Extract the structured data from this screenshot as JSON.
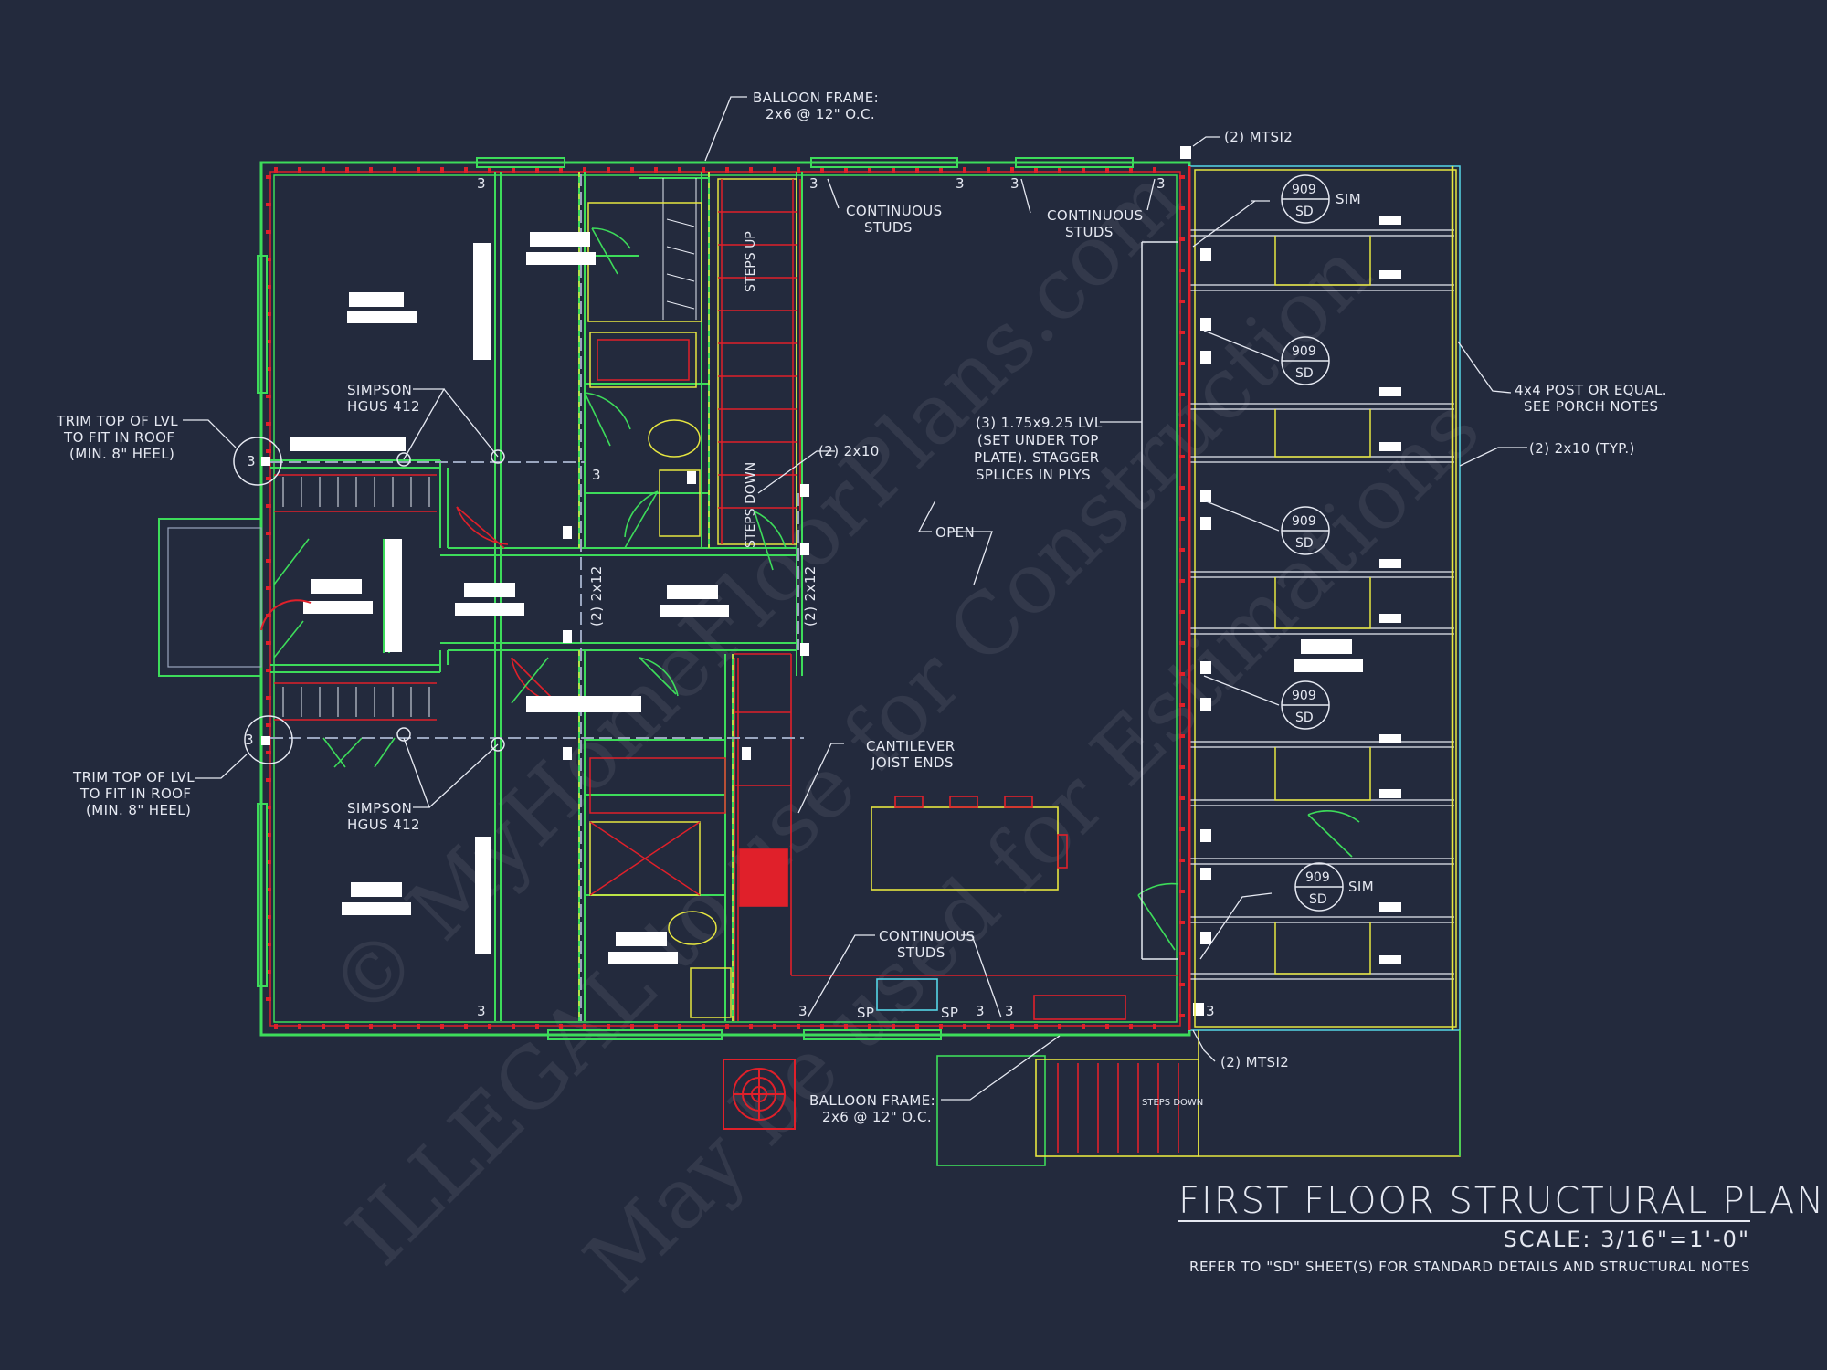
{
  "plan_title": "FIRST FLOOR STRUCTURAL PLAN",
  "scale_text": "SCALE: 3/16\"=1'-0\"",
  "refer_note": "REFER TO \"SD\" SHEET(S) FOR STANDARD DETAILS AND STRUCTURAL NOTES",
  "notes": {
    "balloon_top_1": "BALLOON FRAME:",
    "balloon_top_2": "2x6 @ 12\" O.C.",
    "balloon_bottom_1": "BALLOON FRAME:",
    "balloon_bottom_2": "2x6 @ 12\" O.C.",
    "mtsi2_top": "(2) MTSI2",
    "mtsi2_bottom": "(2) MTSI2",
    "continuous_1a": "CONTINUOUS",
    "continuous_1b": "STUDS",
    "continuous_2a": "CONTINUOUS",
    "continuous_2b": "STUDS",
    "continuous_3a": "CONTINUOUS",
    "continuous_3b": "STUDS",
    "trim_top_1": "TRIM TOP OF LVL",
    "trim_top_2": "TO FIT IN ROOF",
    "trim_top_3": "(MIN. 8\" HEEL)",
    "trim_bot_1": "TRIM TOP OF LVL",
    "trim_bot_2": "TO FIT IN ROOF",
    "trim_bot_3": "(MIN. 8\" HEEL)",
    "simpson_top_1": "SIMPSON",
    "simpson_top_2": "HGUS 412",
    "simpson_bot_1": "SIMPSON",
    "simpson_bot_2": "HGUS 412",
    "lvl_1": "(3) 1.75x9.25 LVL",
    "lvl_2": "(SET UNDER TOP",
    "lvl_3": "PLATE). STAGGER",
    "lvl_4": "SPLICES IN PLYS",
    "open": "OPEN",
    "two_2x10": "(2) 2x10",
    "two_2x10_typ": "(2) 2x10 (TYP.)",
    "post_1": "4x4 POST OR EQUAL.",
    "post_2": "SEE PORCH NOTES",
    "cantilever_1": "CANTILEVER",
    "cantilever_2": "JOIST ENDS",
    "beam_2x12_a": "(2) 2x12",
    "beam_2x12_b": "(2) 2x12",
    "sim_1": "SIM",
    "sim_2": "SIM",
    "sp_1": "SP",
    "sp_2": "SP",
    "steps_up": "STEPS UP",
    "steps_down": "STEPS DOWN",
    "steps_down_porch": "STEPS DOWN",
    "three_1": "3",
    "three_2": "3",
    "three_3": "3",
    "three_4": "3",
    "three_5": "3",
    "three_6": "3",
    "three_7": "3",
    "three_8": "3",
    "three_9": "3",
    "three_10": "3",
    "three_11": "3",
    "three_12": "3",
    "three_13": "3"
  },
  "detail_bubbles": [
    {
      "top": "909",
      "bottom": "SD"
    },
    {
      "top": "909",
      "bottom": "SD"
    },
    {
      "top": "909",
      "bottom": "SD"
    },
    {
      "top": "909",
      "bottom": "SD"
    },
    {
      "top": "909",
      "bottom": "SD"
    }
  ],
  "watermark": {
    "line_1": "© MyHomeFloorPlans.com",
    "line_2": "ILLEGAL to use for Construction",
    "line_3": "May be used for Estimations"
  },
  "colors": {
    "background": "#232a3d",
    "wall_green": "#3ddc5a",
    "wall_red": "#e0202a",
    "framing_yellow": "#e6e640",
    "framing_cyan": "#55d6e6",
    "text": "#e6e9f2"
  }
}
